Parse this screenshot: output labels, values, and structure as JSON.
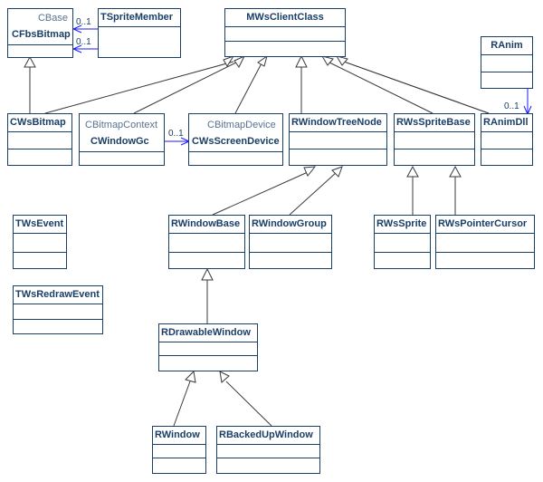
{
  "classes": {
    "cbase": "CBase",
    "cfbsbitmap": "CFbsBitmap",
    "tspritemember": "TSpriteMember",
    "mwsclientclass": "MWsClientClass",
    "ranim": "RAnim",
    "cwsbitmap": "CWsBitmap",
    "cbitmapcontext": "CBitmapContext",
    "cwindowgc": "CWindowGc",
    "cbitmapdevice": "CBitmapDevice",
    "cwsscreendevice": "CWsScreenDevice",
    "rwindowtreenode": "RWindowTreeNode",
    "rwsspritebase": "RWsSpriteBase",
    "ranimdll": "RAnimDll",
    "twsevent": "TWsEvent",
    "twsredrawevent": "TWsRedrawEvent",
    "rwindowbase": "RWindowBase",
    "rwindowgroup": "RWindowGroup",
    "rwssprite": "RWsSprite",
    "rwspointercursor": "RWsPointerCursor",
    "rdrawablewindow": "RDrawableWindow",
    "rwindow": "RWindow",
    "rbackedupwindow": "RBackedUpWindow"
  },
  "multiplicities": {
    "member_bitmap_1": "0..1",
    "member_bitmap_2": "0..1",
    "gc_device": "0..1",
    "anim_dll": "0..1"
  }
}
